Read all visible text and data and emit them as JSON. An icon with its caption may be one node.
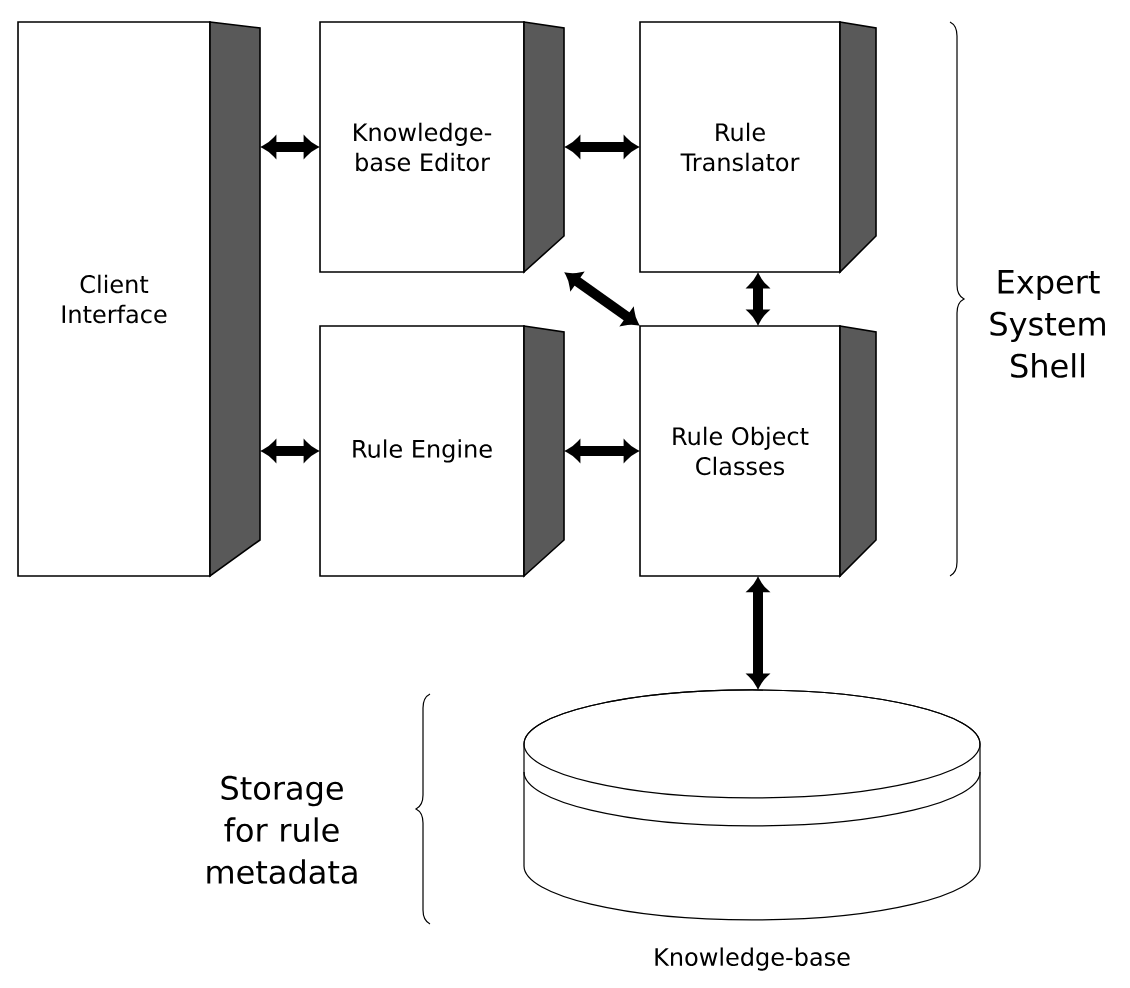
{
  "diagram": {
    "nodes": [
      {
        "text": [
          "Client Interface"
        ]
      },
      {
        "text": [
          "Knowledge-base Editor"
        ]
      },
      {
        "text": [
          "Rule Translator"
        ]
      },
      {
        "text": [
          "Rule Engine"
        ]
      },
      {
        "text": [
          "Rule Object Classes"
        ]
      },
      {
        "text": [
          "Knowledge-base"
        ]
      }
    ],
    "edges": [
      {
        "from": 0,
        "to": 1,
        "arrow": "both"
      },
      {
        "from": 1,
        "to": 2,
        "arrow": "both"
      },
      {
        "from": 1,
        "to": 4,
        "arrow": "both"
      },
      {
        "from": 2,
        "to": 4,
        "arrow": "both"
      },
      {
        "from": 0,
        "to": 3,
        "arrow": "both"
      },
      {
        "from": 3,
        "to": 4,
        "arrow": "both"
      },
      {
        "from": 4,
        "to": 5,
        "arrow": "both"
      }
    ],
    "labels": [
      "Expert System Shell",
      "Storage for rule metadata"
    ]
  }
}
